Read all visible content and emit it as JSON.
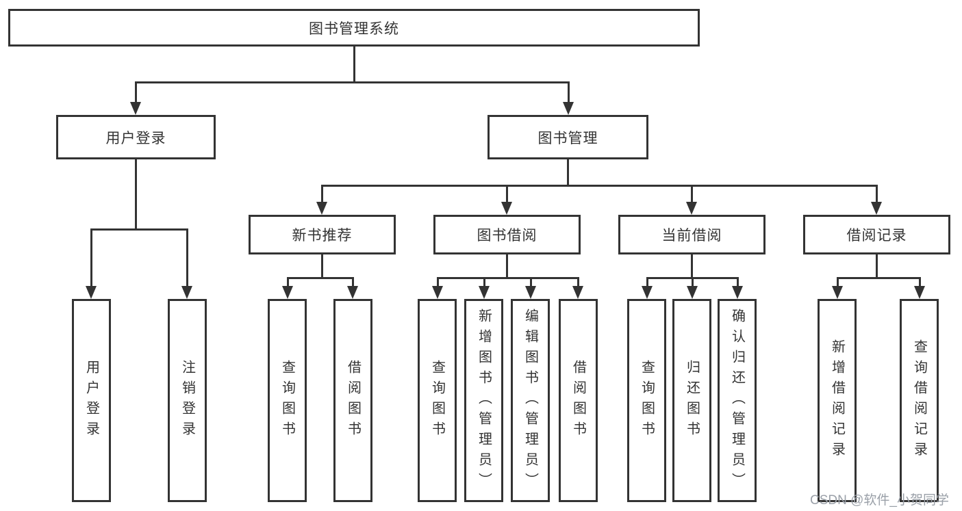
{
  "nodes": {
    "root": "图书管理系统",
    "level2": [
      "用户登录",
      "图书管理"
    ],
    "level3": [
      "新书推荐",
      "图书借阅",
      "当前借阅",
      "借阅记录"
    ],
    "leaves_login": [
      "用户登录",
      "注销登录"
    ],
    "leaves_recommend": [
      "查询图书",
      "借阅图书"
    ],
    "leaves_borrow": [
      "查询图书",
      "新增图书（管理员）",
      "编辑图书（管理员）",
      "借阅图书"
    ],
    "leaves_current": [
      "查询图书",
      "归还图书",
      "确认归还（管理员）"
    ],
    "leaves_records": [
      "新增借阅记录",
      "查询借阅记录"
    ]
  },
  "watermark": "CSDN @软件_小贺同学",
  "colors": {
    "line": "#333333",
    "text": "#333333",
    "box-bg": "#ffffff",
    "bg": "#ffffff",
    "watermark": "#9aa0a8"
  }
}
